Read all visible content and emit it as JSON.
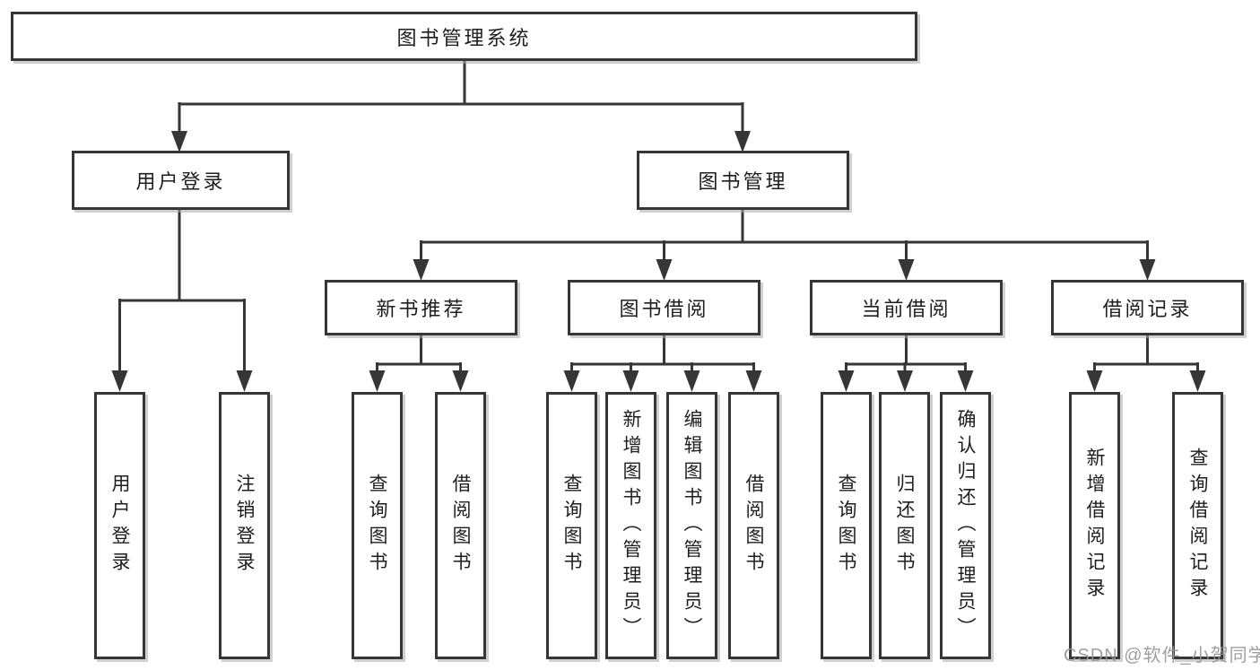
{
  "tree": {
    "root": {
      "label": "图书管理系统"
    },
    "branches": [
      {
        "label": "用户登录",
        "children": [
          {
            "label": "用户登录"
          },
          {
            "label": "注销登录"
          }
        ]
      },
      {
        "label": "图书管理",
        "children": [
          {
            "label": "新书推荐",
            "children": [
              {
                "label": "查询图书"
              },
              {
                "label": "借阅图书"
              }
            ]
          },
          {
            "label": "图书借阅",
            "children": [
              {
                "label": "查询图书"
              },
              {
                "label": "新增图书（管理员）"
              },
              {
                "label": "编辑图书（管理员）"
              },
              {
                "label": "借阅图书"
              }
            ]
          },
          {
            "label": "当前借阅",
            "children": [
              {
                "label": "查询图书"
              },
              {
                "label": "归还图书"
              },
              {
                "label": "确认归还（管理员）"
              }
            ]
          },
          {
            "label": "借阅记录",
            "children": [
              {
                "label": "新增借阅记录"
              },
              {
                "label": "查询借阅记录"
              }
            ]
          }
        ]
      }
    ]
  },
  "watermark": {
    "text": "CSDN @软件_小贺同学"
  },
  "colors": {
    "line": "#363636",
    "box_border": "#363636",
    "box_fill": "#ffffff",
    "text": "#1e1e1e",
    "watermark": "#969494",
    "background": "#ffffff"
  }
}
